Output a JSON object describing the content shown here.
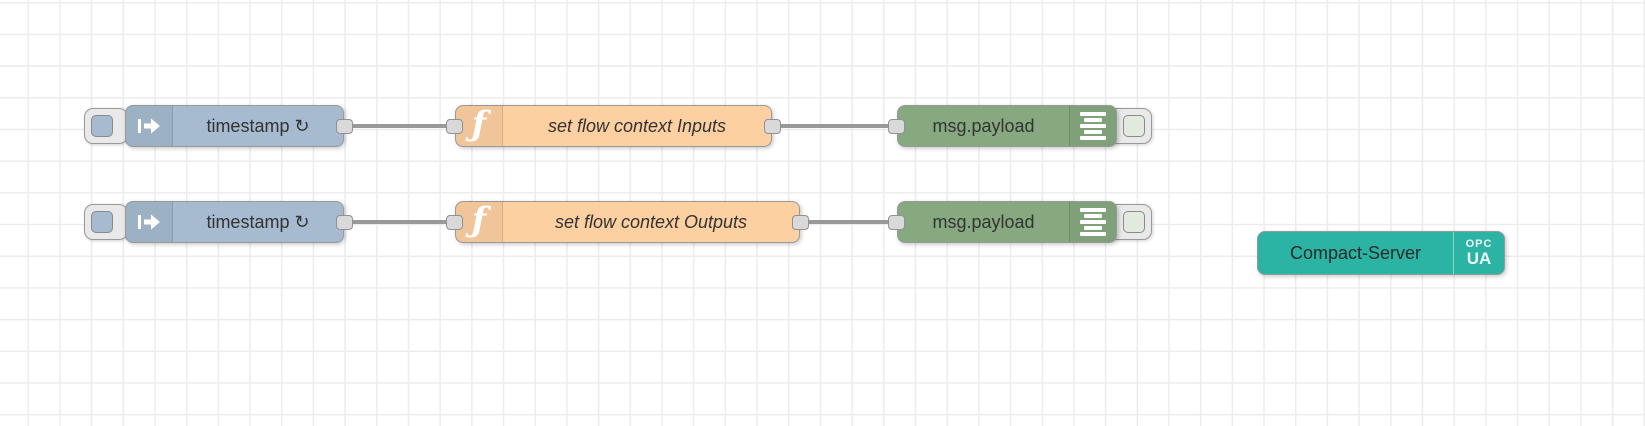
{
  "nodes": {
    "inject1": {
      "label": "timestamp ↻"
    },
    "inject2": {
      "label": "timestamp ↻"
    },
    "function1": {
      "label": "set flow context Inputs"
    },
    "function2": {
      "label": "set flow context Outputs"
    },
    "debug1": {
      "label": "msg.payload"
    },
    "debug2": {
      "label": "msg.payload"
    },
    "server": {
      "label": "Compact-Server",
      "badge_top": "OPC",
      "badge_bottom": "UA"
    }
  },
  "icons": {
    "function_glyph": "ƒ",
    "inject_icon": "arrow-right-inject-icon",
    "debug_icon": "debug-list-lines-icon",
    "repeat_glyph": "↻"
  },
  "colors": {
    "inject_node": "#a6bbcf",
    "function_node": "#fdd0a2",
    "debug_node": "#87a980",
    "server_node": "#2bb3a3",
    "wire": "#999999",
    "port_fill": "#d9d9d9",
    "node_border": "#999999",
    "grid_line": "#ececec",
    "label_text": "#333333"
  }
}
